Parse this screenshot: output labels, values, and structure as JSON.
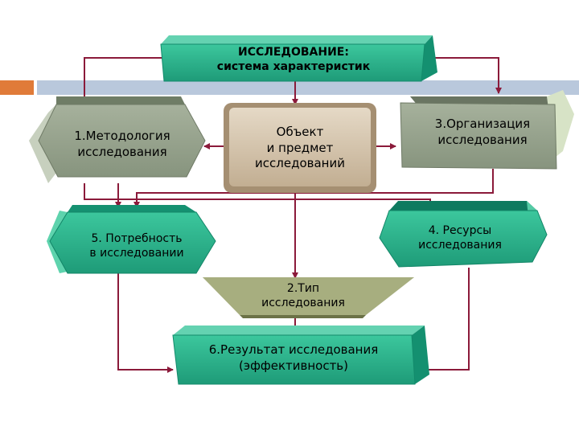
{
  "diagram": {
    "top": {
      "line1": "ИССЛЕДОВАНИЕ:",
      "line2": "система характеристик"
    },
    "n1": {
      "line1": "1.Методология",
      "line2": "исследования"
    },
    "center": {
      "line1": "Объект",
      "line2": "и предмет",
      "line3": "исследований"
    },
    "n3": {
      "line1": "3.Организация",
      "line2": "исследования"
    },
    "n5": {
      "line1": "5. Потребность",
      "line2": "в исследовании"
    },
    "n4": {
      "line1": "4. Ресурсы",
      "line2": "исследования"
    },
    "n2": {
      "line1": "2.Тип",
      "line2": "исследования"
    },
    "n6": {
      "line1": "6.Результат исследования",
      "line2": "(эффективность)"
    }
  },
  "colors": {
    "accent_orange": "#e07b39",
    "accent_blue": "#b9c8dc",
    "connector": "#8b1a3a",
    "teal": "#2bb48f",
    "teal_light": "#62d3b0",
    "gray": "#8f9c85",
    "gray_light": "#bfc7b8",
    "tan": "#ccbba2",
    "olive": "#8f9764"
  }
}
